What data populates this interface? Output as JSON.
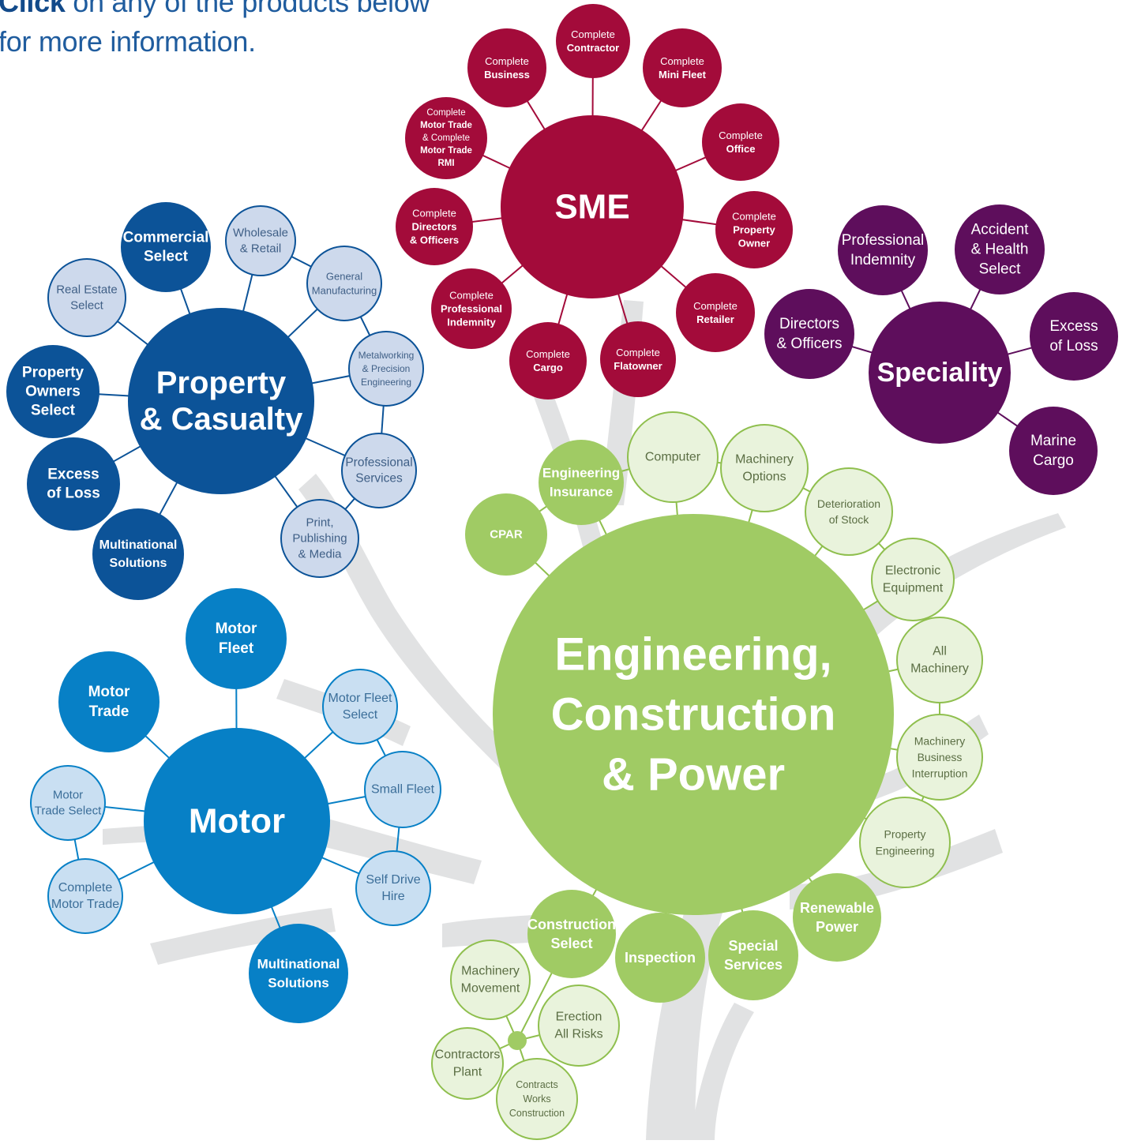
{
  "intro": {
    "emph": "Click",
    "rest1": " on any of the products below",
    "line2": "for more information."
  },
  "palette": {
    "tree": "#e1e2e3",
    "pc": {
      "hub": "#0c5398",
      "dark": "#0c5398",
      "light": "#cdd9ec",
      "lightText": "#3f5f86",
      "line": "#0c5398"
    },
    "sme": {
      "hub": "#a30b3a",
      "dark": "#a30b3a",
      "line": "#a30b3a"
    },
    "spec": {
      "hub": "#5e0e5c",
      "dark": "#5e0e5c",
      "line": "#5e0e5c"
    },
    "motor": {
      "hub": "#0780c6",
      "dark": "#0780c6",
      "light": "#c9dff2",
      "lightText": "#3b6e99",
      "line": "#0780c6"
    },
    "ecp": {
      "hub": "#a0cb64",
      "dark": "#a0cb64",
      "light": "#e9f3dc",
      "lightText": "#5b6e44",
      "line": "#8fbf4e"
    }
  },
  "groups": [
    {
      "id": "pc",
      "hub": {
        "lines": [
          [
            "Property"
          ],
          [
            "& Casualty"
          ]
        ]
      },
      "products": [
        {
          "name": "commercial-select",
          "lines": [
            [
              "Commercial"
            ],
            [
              "Select"
            ]
          ],
          "kind": "dark"
        },
        {
          "name": "wholesale-retail",
          "lines": [
            [
              "Wholesale"
            ],
            [
              "& Retail"
            ]
          ],
          "kind": "light"
        },
        {
          "name": "general-manufacturing",
          "lines": [
            [
              "General"
            ],
            [
              "Manufacturing"
            ]
          ],
          "kind": "light"
        },
        {
          "name": "metalworking",
          "lines": [
            [
              "Metalworking"
            ],
            [
              "& Precision"
            ],
            [
              "Engineering"
            ]
          ],
          "kind": "light"
        },
        {
          "name": "professional-services",
          "lines": [
            [
              "Professional"
            ],
            [
              "Services"
            ]
          ],
          "kind": "light"
        },
        {
          "name": "print-publishing",
          "lines": [
            [
              "Print,"
            ],
            [
              "Publishing"
            ],
            [
              "& Media"
            ]
          ],
          "kind": "light"
        },
        {
          "name": "real-estate-select",
          "lines": [
            [
              "Real Estate"
            ],
            [
              "Select"
            ]
          ],
          "kind": "light"
        },
        {
          "name": "property-owners-select",
          "lines": [
            [
              "Property"
            ],
            [
              "Owners"
            ],
            [
              "Select"
            ]
          ],
          "kind": "dark"
        },
        {
          "name": "pc-excess-of-loss",
          "lines": [
            [
              "Excess"
            ],
            [
              "of Loss"
            ]
          ],
          "kind": "dark"
        },
        {
          "name": "pc-multinational",
          "lines": [
            [
              "Multinational"
            ],
            [
              "Solutions"
            ]
          ],
          "kind": "dark"
        }
      ]
    },
    {
      "id": "sme",
      "hub": {
        "lines": [
          [
            "SME"
          ]
        ]
      },
      "products": [
        {
          "name": "complete-contractor",
          "lines": [
            [
              "Complete"
            ],
            [
              "Contractor"
            ]
          ],
          "kind": "dark"
        },
        {
          "name": "complete-mini-fleet",
          "lines": [
            [
              "Complete"
            ],
            [
              "Mini Fleet"
            ]
          ],
          "kind": "dark"
        },
        {
          "name": "complete-office",
          "lines": [
            [
              "Complete"
            ],
            [
              "Office"
            ]
          ],
          "kind": "dark"
        },
        {
          "name": "complete-property-owner",
          "lines": [
            [
              "Complete"
            ],
            [
              "Property"
            ],
            [
              "Owner"
            ]
          ],
          "kind": "dark"
        },
        {
          "name": "complete-retailer",
          "lines": [
            [
              "Complete"
            ],
            [
              "Retailer"
            ]
          ],
          "kind": "dark"
        },
        {
          "name": "complete-flatowner",
          "lines": [
            [
              "Complete"
            ],
            [
              "Flatowner"
            ]
          ],
          "kind": "dark"
        },
        {
          "name": "complete-cargo",
          "lines": [
            [
              "Complete"
            ],
            [
              "Cargo"
            ]
          ],
          "kind": "dark"
        },
        {
          "name": "complete-professional-indemnity",
          "lines": [
            [
              "Complete"
            ],
            [
              "Professional"
            ],
            [
              "Indemnity"
            ]
          ],
          "kind": "dark"
        },
        {
          "name": "complete-directors-officers",
          "lines": [
            [
              "Complete"
            ],
            [
              "Directors"
            ],
            [
              "& Officers"
            ]
          ],
          "kind": "dark"
        },
        {
          "name": "complete-motor-trade",
          "lines": [
            [
              "Complete"
            ],
            [
              "Motor Trade"
            ],
            [
              "& Complete"
            ],
            [
              "Motor Trade"
            ],
            [
              "RMI"
            ]
          ],
          "kind": "dark"
        },
        {
          "name": "complete-business",
          "lines": [
            [
              "Complete"
            ],
            [
              "Business"
            ]
          ],
          "kind": "dark"
        }
      ]
    },
    {
      "id": "spec",
      "hub": {
        "lines": [
          [
            "Speciality"
          ]
        ]
      },
      "products": [
        {
          "name": "professional-indemnity",
          "lines": [
            [
              "Professional"
            ],
            [
              "Indemnity"
            ]
          ],
          "kind": "dark"
        },
        {
          "name": "accident-health-select",
          "lines": [
            [
              "Accident"
            ],
            [
              "& Health"
            ],
            [
              "Select"
            ]
          ],
          "kind": "dark"
        },
        {
          "name": "spec-excess-of-loss",
          "lines": [
            [
              "Excess"
            ],
            [
              "of Loss"
            ]
          ],
          "kind": "dark"
        },
        {
          "name": "marine-cargo",
          "lines": [
            [
              "Marine"
            ],
            [
              "Cargo"
            ]
          ],
          "kind": "dark"
        },
        {
          "name": "directors-officers",
          "lines": [
            [
              "Directors"
            ],
            [
              "& Officers"
            ]
          ],
          "kind": "dark"
        }
      ]
    },
    {
      "id": "motor",
      "hub": {
        "lines": [
          [
            "Motor"
          ]
        ]
      },
      "products": [
        {
          "name": "motor-fleet",
          "lines": [
            [
              "Motor"
            ],
            [
              "Fleet"
            ]
          ],
          "kind": "dark"
        },
        {
          "name": "motor-fleet-select",
          "lines": [
            [
              "Motor Fleet"
            ],
            [
              "Select"
            ]
          ],
          "kind": "light"
        },
        {
          "name": "small-fleet",
          "lines": [
            [
              "Small Fleet"
            ]
          ],
          "kind": "light"
        },
        {
          "name": "self-drive-hire",
          "lines": [
            [
              "Self Drive"
            ],
            [
              "Hire"
            ]
          ],
          "kind": "light"
        },
        {
          "name": "motor-multinational",
          "lines": [
            [
              "Multinational"
            ],
            [
              "Solutions"
            ]
          ],
          "kind": "dark"
        },
        {
          "name": "complete-motor-trade-b",
          "lines": [
            [
              "Complete"
            ],
            [
              "Motor Trade"
            ]
          ],
          "kind": "light"
        },
        {
          "name": "motor-trade-select",
          "lines": [
            [
              "Motor"
            ],
            [
              "Trade Select"
            ]
          ],
          "kind": "light"
        },
        {
          "name": "motor-trade",
          "lines": [
            [
              "Motor"
            ],
            [
              "Trade"
            ]
          ],
          "kind": "dark"
        }
      ]
    },
    {
      "id": "ecp",
      "hub": {
        "lines": [
          [
            "Engineering,"
          ],
          [
            "Construction"
          ],
          [
            "& Power"
          ]
        ]
      },
      "products": [
        {
          "name": "cpar",
          "lines": [
            [
              "CPAR"
            ]
          ],
          "kind": "dark"
        },
        {
          "name": "engineering-insurance",
          "lines": [
            [
              "Engineering"
            ],
            [
              "Insurance"
            ]
          ],
          "kind": "dark"
        },
        {
          "name": "computer",
          "lines": [
            [
              "Computer"
            ]
          ],
          "kind": "light"
        },
        {
          "name": "machinery-options",
          "lines": [
            [
              "Machinery"
            ],
            [
              "Options"
            ]
          ],
          "kind": "light"
        },
        {
          "name": "deterioration-of-stock",
          "lines": [
            [
              "Deterioration"
            ],
            [
              "of Stock"
            ]
          ],
          "kind": "light"
        },
        {
          "name": "electronic-equipment",
          "lines": [
            [
              "Electronic"
            ],
            [
              "Equipment"
            ]
          ],
          "kind": "light"
        },
        {
          "name": "all-machinery",
          "lines": [
            [
              "All"
            ],
            [
              "Machinery"
            ]
          ],
          "kind": "light"
        },
        {
          "name": "machinery-business-interruption",
          "lines": [
            [
              "Machinery"
            ],
            [
              "Business"
            ],
            [
              "Interruption"
            ]
          ],
          "kind": "light"
        },
        {
          "name": "property-engineering",
          "lines": [
            [
              "Property"
            ],
            [
              "Engineering"
            ]
          ],
          "kind": "light"
        },
        {
          "name": "renewable-power",
          "lines": [
            [
              "Renewable"
            ],
            [
              "Power"
            ]
          ],
          "kind": "dark"
        },
        {
          "name": "special-services",
          "lines": [
            [
              "Special"
            ],
            [
              "Services"
            ]
          ],
          "kind": "dark"
        },
        {
          "name": "inspection",
          "lines": [
            [
              "Inspection"
            ]
          ],
          "kind": "dark"
        },
        {
          "name": "construction-select",
          "lines": [
            [
              "Construction"
            ],
            [
              "Select"
            ]
          ],
          "kind": "dark"
        },
        {
          "name": "machinery-movement",
          "lines": [
            [
              "Machinery"
            ],
            [
              "Movement"
            ]
          ],
          "kind": "light"
        },
        {
          "name": "erection-all-risks",
          "lines": [
            [
              "Erection"
            ],
            [
              "All Risks"
            ]
          ],
          "kind": "light"
        },
        {
          "name": "contractors-plant",
          "lines": [
            [
              "Contractors"
            ],
            [
              "Plant"
            ]
          ],
          "kind": "light"
        },
        {
          "name": "contracts-works",
          "lines": [
            [
              "Contracts"
            ],
            [
              "Works"
            ],
            [
              "Construction"
            ]
          ],
          "kind": "light"
        }
      ]
    }
  ]
}
